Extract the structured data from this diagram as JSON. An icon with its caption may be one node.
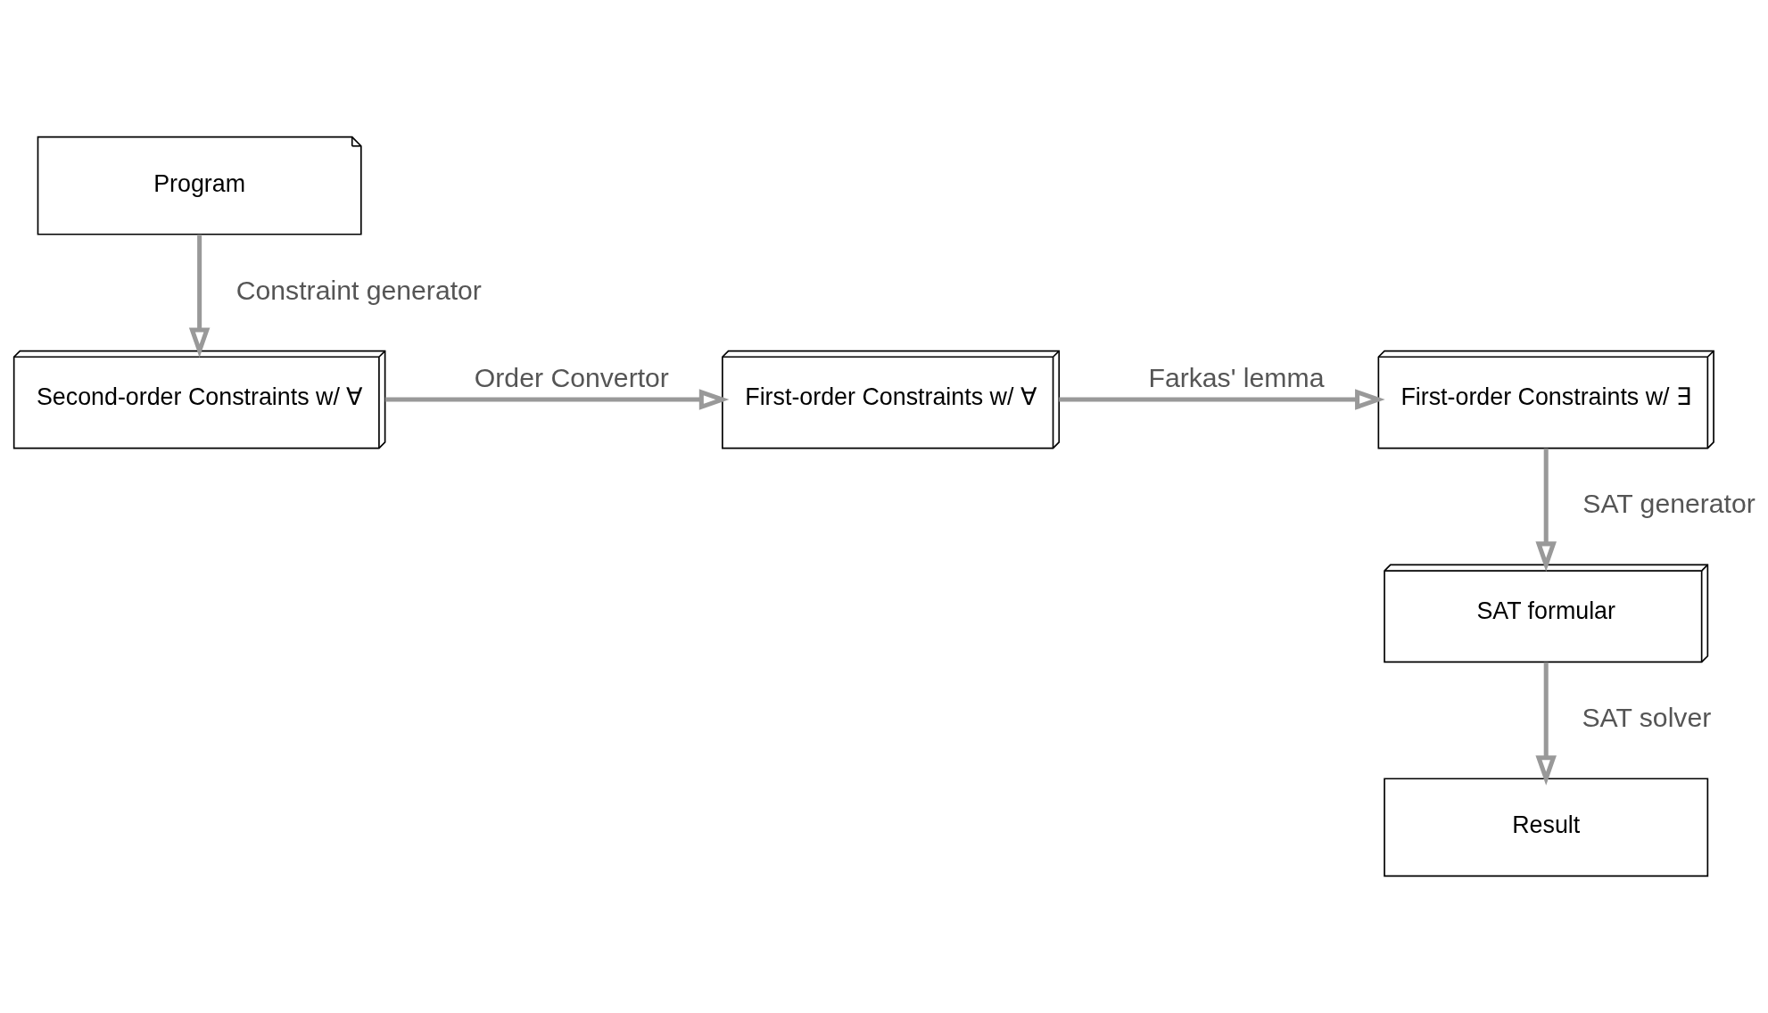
{
  "diagram": {
    "nodes": [
      {
        "text": [
          "Program"
        ]
      },
      {
        "text": [
          "Second-order Constraints w/ ∀"
        ]
      },
      {
        "text": [
          "First-order Constraints w/ ∀"
        ]
      },
      {
        "text": [
          "First-order Constraints w/ ∃"
        ]
      },
      {
        "text": [
          "SAT formular"
        ]
      },
      {
        "text": [
          "Result"
        ]
      }
    ],
    "edges": [
      {
        "from": 0,
        "to": 1,
        "arrow": "to",
        "label": "Constraint generator"
      },
      {
        "from": 1,
        "to": 2,
        "arrow": "to",
        "label": "Order Convertor"
      },
      {
        "from": 2,
        "to": 3,
        "arrow": "to",
        "label": "Farkas' lemma"
      },
      {
        "from": 3,
        "to": 4,
        "arrow": "to",
        "label": "SAT generator"
      },
      {
        "from": 4,
        "to": 5,
        "arrow": "to",
        "label": "SAT solver"
      }
    ]
  }
}
